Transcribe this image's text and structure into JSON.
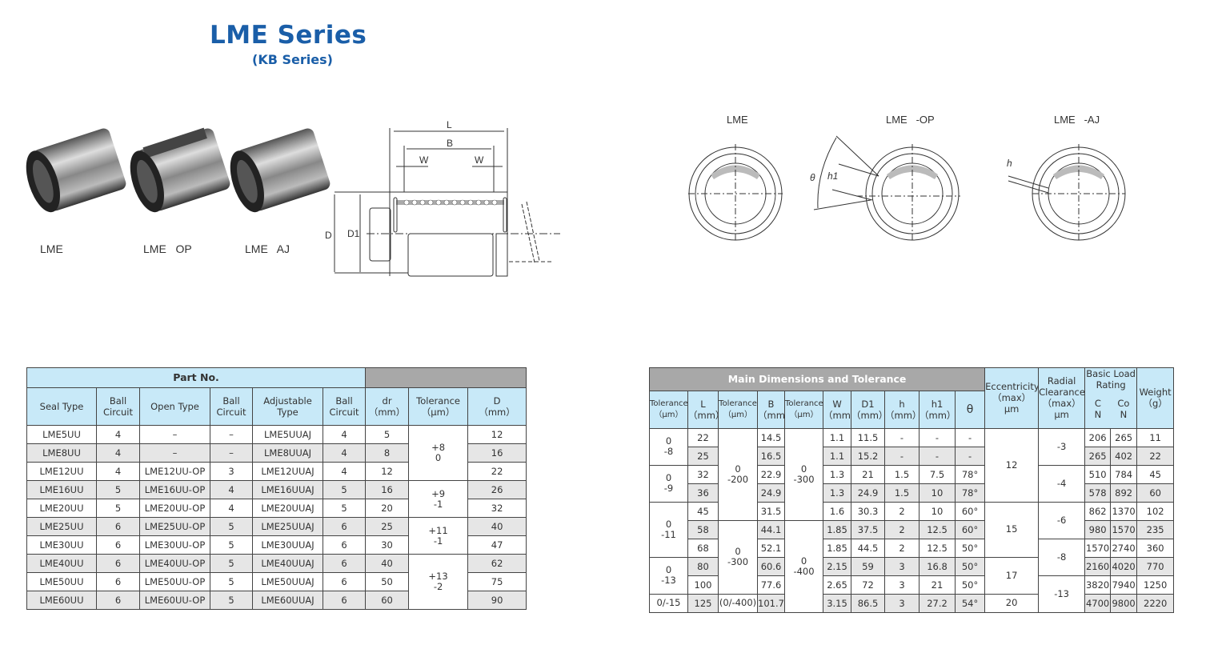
{
  "header": {
    "title": "LME Series",
    "subtitle": "(KB Series)"
  },
  "photos": {
    "labels": [
      "LME",
      "LME   OP",
      "LME   AJ"
    ]
  },
  "drawing": {
    "labels": {
      "L": "L",
      "B": "B",
      "W": "W",
      "D": "D",
      "D1": "D1"
    }
  },
  "sections": {
    "labels": [
      "LME",
      "LME   -OP",
      "LME   -AJ"
    ],
    "theta": "θ",
    "h1": "h1",
    "h": "h"
  },
  "part_table": {
    "title": "Part No.",
    "headers": [
      "Seal Type",
      "Ball\nCircuit",
      "Open Type",
      "Ball\nCircuit",
      "Adjustable\nType",
      "Ball\nCircuit",
      "dr\n（mm）",
      "Tolerance\n（μm）",
      "D\n（mm）"
    ],
    "rows": [
      [
        "LME5UU",
        "4",
        "–",
        "–",
        "LME5UUAJ",
        "4",
        "5",
        "12"
      ],
      [
        "LME8UU",
        "4",
        "–",
        "–",
        "LME8UUAJ",
        "4",
        "8",
        "16"
      ],
      [
        "LME12UU",
        "4",
        "LME12UU-OP",
        "3",
        "LME12UUAJ",
        "4",
        "12",
        "22"
      ],
      [
        "LME16UU",
        "5",
        "LME16UU-OP",
        "4",
        "LME16UUAJ",
        "5",
        "16",
        "26"
      ],
      [
        "LME20UU",
        "5",
        "LME20UU-OP",
        "4",
        "LME20UUAJ",
        "5",
        "20",
        "32"
      ],
      [
        "LME25UU",
        "6",
        "LME25UU-OP",
        "5",
        "LME25UUAJ",
        "6",
        "25",
        "40"
      ],
      [
        "LME30UU",
        "6",
        "LME30UU-OP",
        "5",
        "LME30UUAJ",
        "6",
        "30",
        "47"
      ],
      [
        "LME40UU",
        "6",
        "LME40UU-OP",
        "5",
        "LME40UUAJ",
        "6",
        "40",
        "62"
      ],
      [
        "LME50UU",
        "6",
        "LME50UU-OP",
        "5",
        "LME50UUAJ",
        "6",
        "50",
        "75"
      ],
      [
        "LME60UU",
        "6",
        "LME60UU-OP",
        "5",
        "LME60UUAJ",
        "6",
        "60",
        "90"
      ]
    ],
    "tolerance_groups": [
      {
        "rows": 3,
        "text": "+8\n0"
      },
      {
        "rows": 2,
        "text": "+9\n-1"
      },
      {
        "rows": 2,
        "text": "+11\n-1"
      },
      {
        "rows": 3,
        "text": "+13\n-2"
      }
    ]
  },
  "dim_table": {
    "title": "Main Dimensions and Tolerance",
    "headers": [
      "Tolerance\n（μm）",
      "L\n（mm）",
      "Tolerance\n（μm）",
      "B\n（mm）",
      "Tolerance\n（μm）",
      "W\n（mm）",
      "D1\n（mm）",
      "h\n（mm）",
      "h1\n（mm）",
      "θ"
    ],
    "eccentricity": "Eccentricity\n（max）\nμm",
    "radial": "Radial\nClearance\n（max）\nμm",
    "load": "Basic Load\nRating",
    "c": "C\nN",
    "co": "Co\nN",
    "weight": "Weight\n（g）",
    "rows": [
      {
        "L": "22",
        "B": "14.5",
        "W": "1.1",
        "D1": "11.5",
        "h": "-",
        "h1": "-",
        "theta": "-",
        "C": "206",
        "Co": "265",
        "weight": "11"
      },
      {
        "L": "25",
        "B": "16.5",
        "W": "1.1",
        "D1": "15.2",
        "h": "-",
        "h1": "-",
        "theta": "-",
        "C": "265",
        "Co": "402",
        "weight": "22"
      },
      {
        "L": "32",
        "B": "22.9",
        "W": "1.3",
        "D1": "21",
        "h": "1.5",
        "h1": "7.5",
        "theta": "78°",
        "C": "510",
        "Co": "784",
        "weight": "45"
      },
      {
        "L": "36",
        "B": "24.9",
        "W": "1.3",
        "D1": "24.9",
        "h": "1.5",
        "h1": "10",
        "theta": "78°",
        "C": "578",
        "Co": "892",
        "weight": "60"
      },
      {
        "L": "45",
        "B": "31.5",
        "W": "1.6",
        "D1": "30.3",
        "h": "2",
        "h1": "10",
        "theta": "60°",
        "C": "862",
        "Co": "1370",
        "weight": "102"
      },
      {
        "L": "58",
        "B": "44.1",
        "W": "1.85",
        "D1": "37.5",
        "h": "2",
        "h1": "12.5",
        "theta": "60°",
        "C": "980",
        "Co": "1570",
        "weight": "235"
      },
      {
        "L": "68",
        "B": "52.1",
        "W": "1.85",
        "D1": "44.5",
        "h": "2",
        "h1": "12.5",
        "theta": "50°",
        "C": "1570",
        "Co": "2740",
        "weight": "360"
      },
      {
        "L": "80",
        "B": "60.6",
        "W": "2.15",
        "D1": "59",
        "h": "3",
        "h1": "16.8",
        "theta": "50°",
        "C": "2160",
        "Co": "4020",
        "weight": "770"
      },
      {
        "L": "100",
        "B": "77.6",
        "W": "2.65",
        "D1": "72",
        "h": "3",
        "h1": "21",
        "theta": "50°",
        "C": "3820",
        "Co": "7940",
        "weight": "1250"
      },
      {
        "L": "125",
        "B": "101.7",
        "W": "3.15",
        "D1": "86.5",
        "h": "3",
        "h1": "27.2",
        "theta": "54°",
        "C": "4700",
        "Co": "9800",
        "weight": "2220"
      }
    ],
    "tolL_groups": [
      {
        "rows": 2,
        "text": "0\n-8"
      },
      {
        "rows": 2,
        "text": "0\n-9"
      },
      {
        "rows": 3,
        "text": "0\n-11"
      },
      {
        "rows": 2,
        "text": "0\n-13"
      },
      {
        "rows": 1,
        "text": "0/-15"
      }
    ],
    "tolB_groups": [
      {
        "rows": 5,
        "text": "0\n-200"
      },
      {
        "rows": 4,
        "text": "0\n-300"
      },
      {
        "rows": 1,
        "text": "(0/-400)"
      }
    ],
    "tolW_groups": [
      {
        "rows": 5,
        "text": "0\n-300"
      },
      {
        "rows": 5,
        "text": "0\n-400"
      }
    ],
    "ecc_groups": [
      {
        "rows": 4,
        "text": "12"
      },
      {
        "rows": 3,
        "text": "15"
      },
      {
        "rows": 2,
        "text": "17"
      },
      {
        "rows": 1,
        "text": "20"
      }
    ],
    "rad_groups": [
      {
        "rows": 2,
        "text": "-3"
      },
      {
        "rows": 2,
        "text": "-4"
      },
      {
        "rows": 2,
        "text": "-6"
      },
      {
        "rows": 2,
        "text": "-8"
      },
      {
        "rows": 2,
        "text": "-13"
      }
    ]
  }
}
